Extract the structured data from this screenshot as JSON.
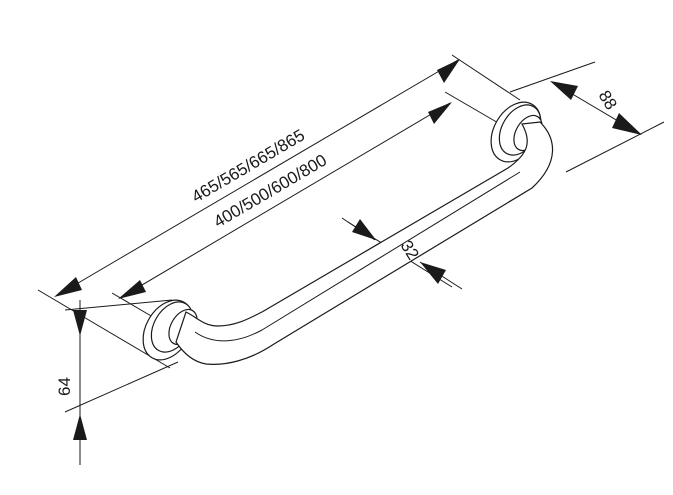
{
  "drawing": {
    "dimensions": {
      "overall_length": "465/565/665/865",
      "center_distance": "400/500/600/800",
      "tube_diameter": "32",
      "projection": "88",
      "flange_diameter": "64"
    },
    "colors": {
      "line": "#1a1a1a",
      "background": "#ffffff"
    }
  }
}
